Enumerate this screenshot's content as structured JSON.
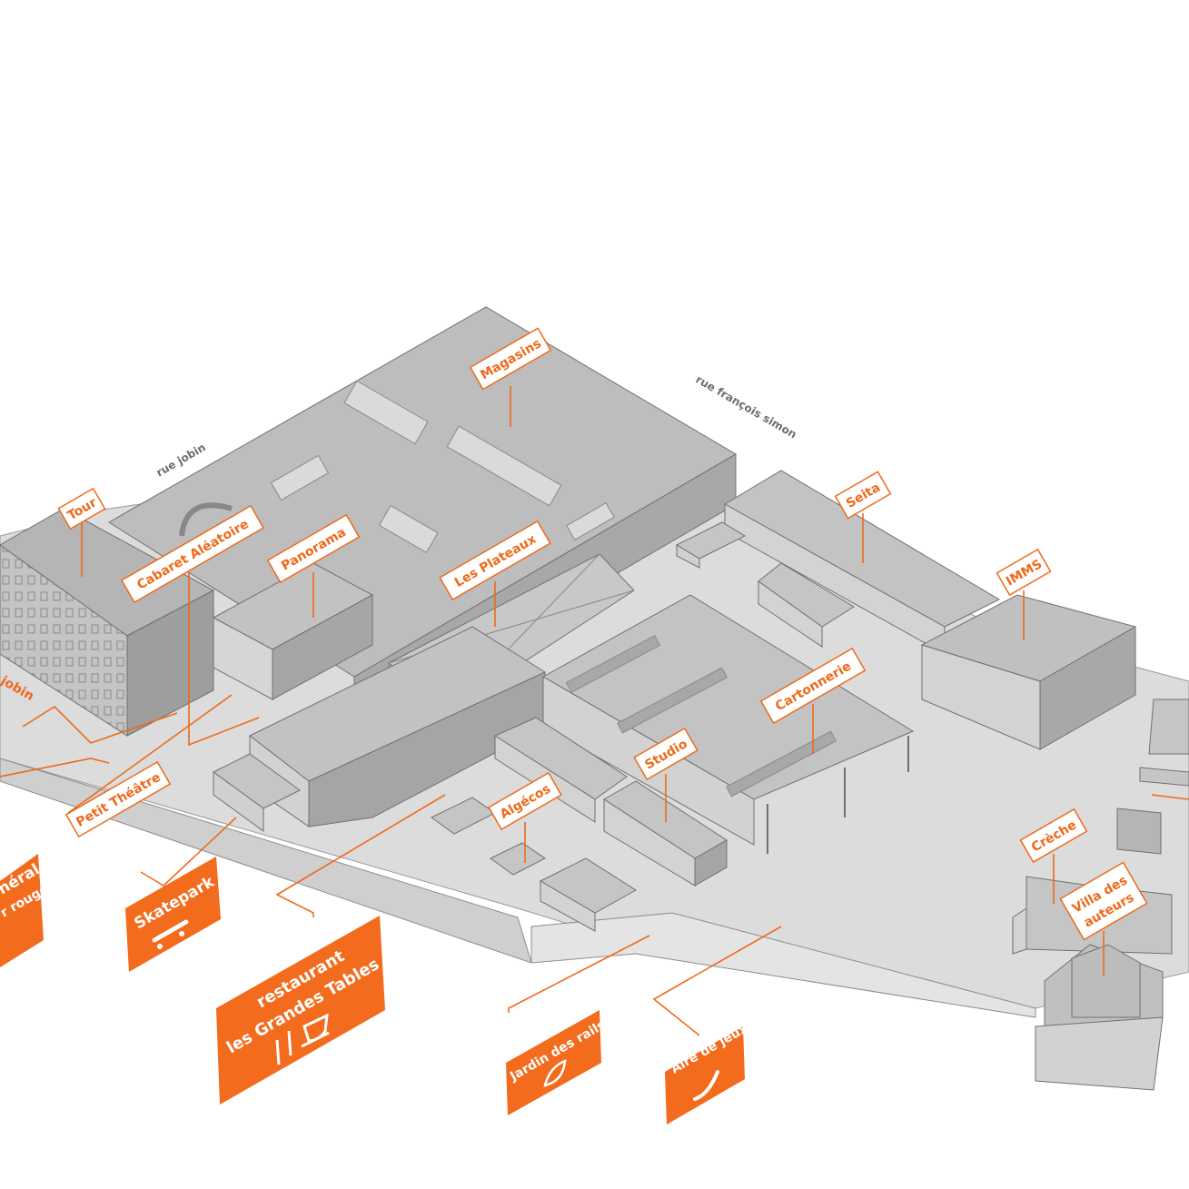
{
  "streets": {
    "jobin": "rue jobin",
    "francois_simon": "rue françois simon",
    "jobin_cut": "jobin"
  },
  "buildings": {
    "magasins": "Magasins",
    "tour": "Tour",
    "cabaret": "Cabaret Aléatoire",
    "panorama": "Panorama",
    "plateaux": "Les Plateaux",
    "seita": "Seita",
    "imms": "IMMS",
    "cartonnerie": "Cartonnerie",
    "studio": "Studio",
    "algecos": "Algécos",
    "creche": "Crèche",
    "villa_1": "Villa des",
    "villa_2": "auteurs",
    "petit_theatre": "Petit Théâtre"
  },
  "signs": {
    "general_1": "néral",
    "general_2": "r rouge",
    "skatepark": "Skatepark",
    "restaurant_1": "restaurant",
    "restaurant_2": "les Grandes Tables",
    "jardin": "Jardin des rails",
    "aire": "Aire de jeux"
  },
  "colors": {
    "accent": "#f36b1c",
    "building": "#b9b9b9",
    "ground": "#dcdcdc"
  }
}
